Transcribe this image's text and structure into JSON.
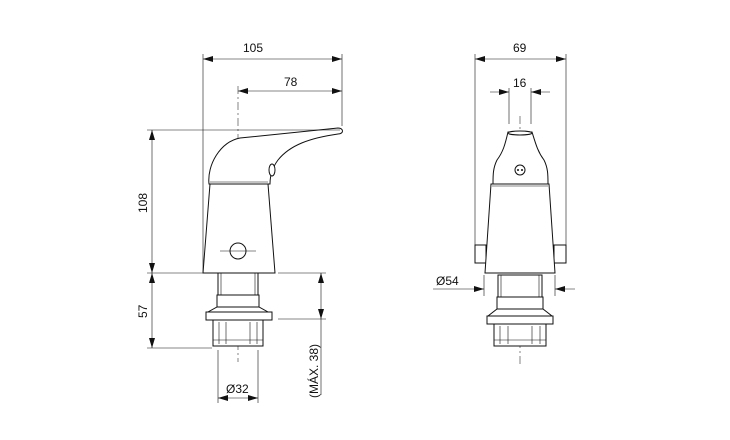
{
  "drawing": {
    "side_view": {
      "dims": {
        "overall_width": "105",
        "handle_reach": "78",
        "body_height": "108",
        "stem_height": "57",
        "max_thickness": "(MÁX. 38)",
        "thread_diameter": "Ø32"
      }
    },
    "front_view": {
      "dims": {
        "overall_width": "69",
        "handle_width": "16",
        "base_diameter": "Ø54"
      }
    }
  }
}
